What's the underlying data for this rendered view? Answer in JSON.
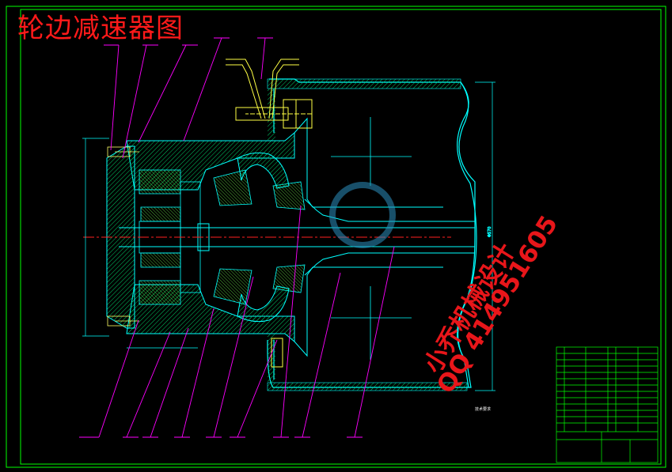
{
  "title": "轮边减速器图",
  "watermark": {
    "line1": "小乔机械设计",
    "line2": "QQ 414951605"
  },
  "tech_notes_title": "技术要求",
  "colors": {
    "background": "#000000",
    "frame": "#00ff00",
    "section": "#00ffff",
    "hatch": "#00cc66",
    "leader": "#ff00ff",
    "title": "#ff1a1a",
    "part": "#ffff00",
    "axis": "#ff2020"
  }
}
